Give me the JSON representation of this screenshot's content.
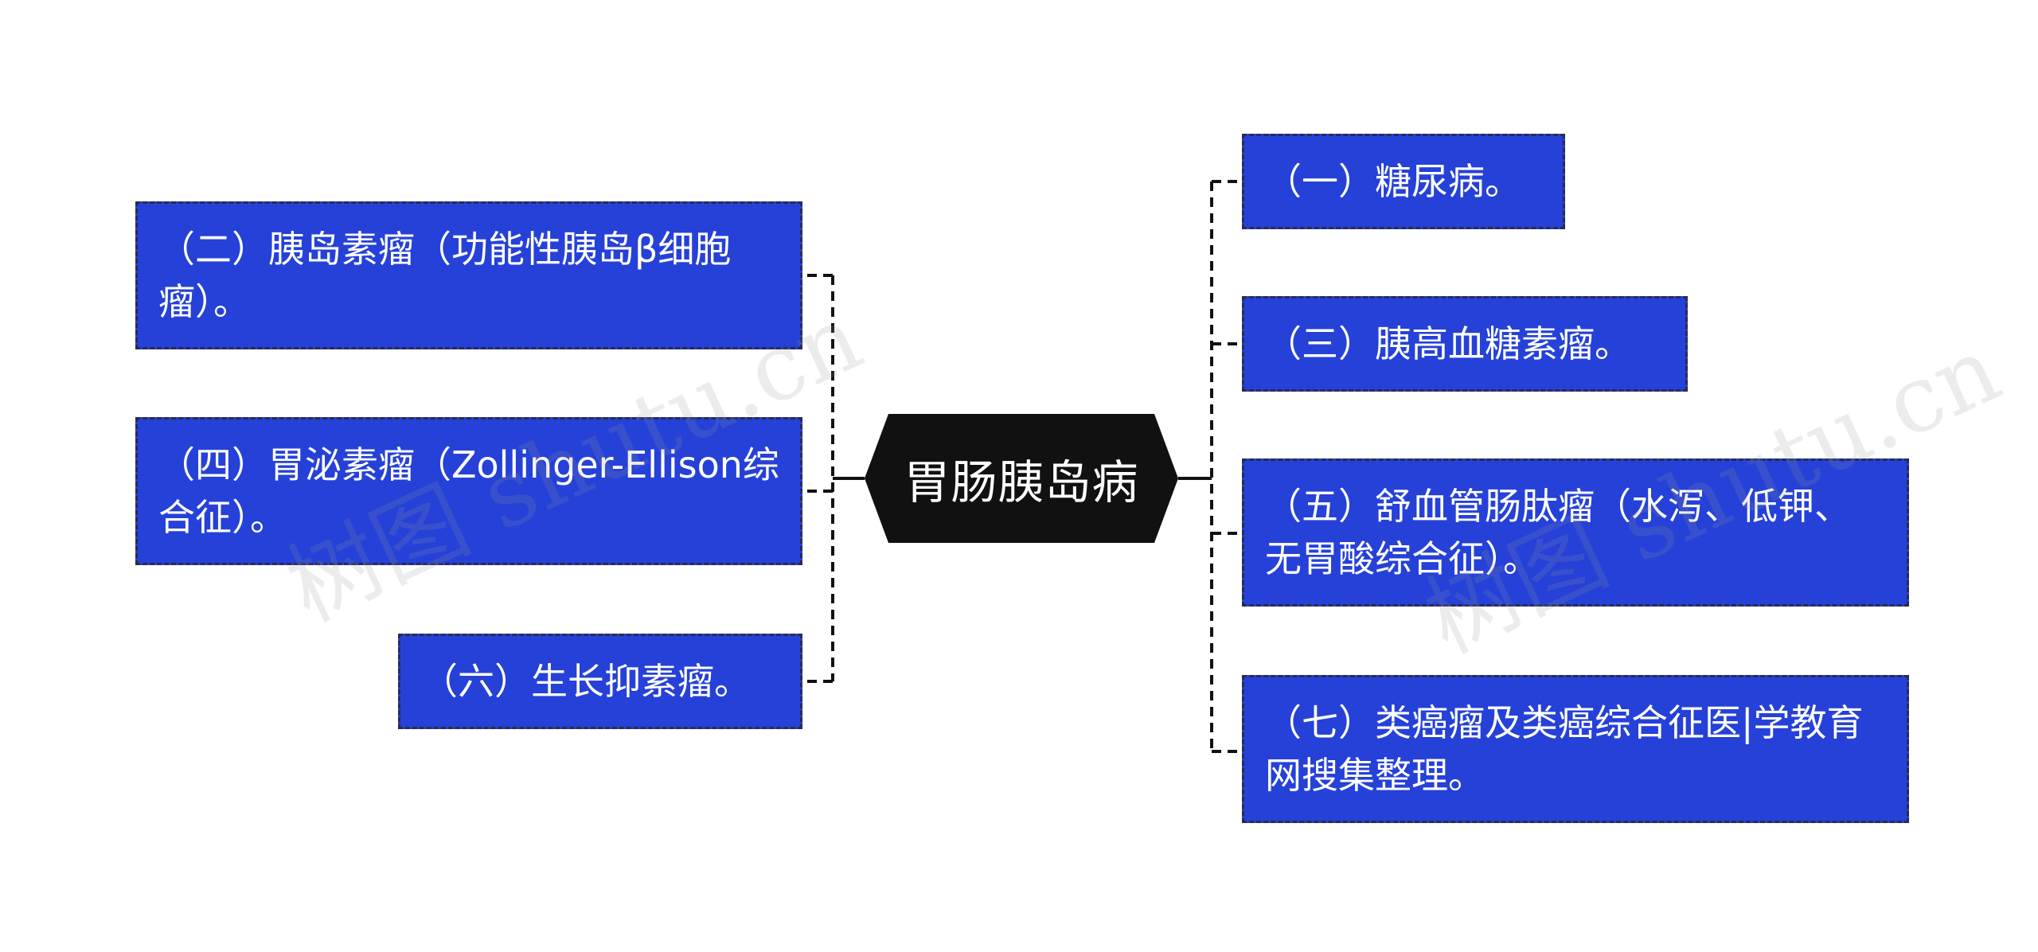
{
  "root": {
    "label": "胃肠胰岛病",
    "fill": "#111111",
    "text_color": "#ffffff"
  },
  "branch_fill": "#2541d8",
  "left_branches": [
    {
      "label": "（二）胰岛素瘤（功能性胰岛β细胞瘤）。"
    },
    {
      "label": "（四）胃泌素瘤（Zollinger-Ellison综合征）。"
    },
    {
      "label": "（六）生长抑素瘤。"
    }
  ],
  "right_branches": [
    {
      "label": "（一）糖尿病。"
    },
    {
      "label": "（三）胰高血糖素瘤。"
    },
    {
      "label": "（五）舒血管肠肽瘤（水泻、低钾、无胃酸综合征）。"
    },
    {
      "label": "（七）类癌瘤及类癌综合征医|学教育网搜集整理。"
    }
  ],
  "watermarks": [
    "树图 shutu.cn",
    "树图 shutu.cn"
  ]
}
